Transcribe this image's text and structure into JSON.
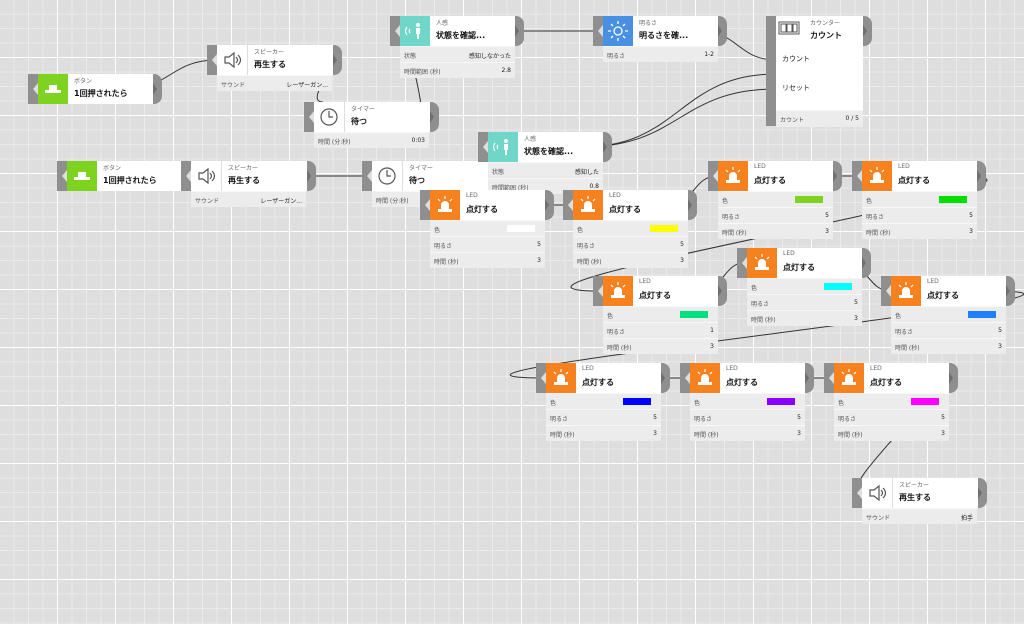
{
  "workspace": {
    "blocks": [
      {
        "type": "ボタン",
        "title": "1回押されたら",
        "icon": "button-icon",
        "accent": "#7ed321",
        "props": []
      },
      {
        "type": "ボタン",
        "title": "1回押されたら",
        "icon": "button-icon",
        "accent": "#7ed321",
        "props": []
      },
      {
        "type": "スピーカー",
        "title": "再生する",
        "icon": "speaker-icon",
        "accent": "#ffffff",
        "props": [
          {
            "k": "サウンド",
            "v": "レーザーガン..."
          }
        ]
      },
      {
        "type": "スピーカー",
        "title": "再生する",
        "icon": "speaker-icon",
        "accent": "#ffffff",
        "props": [
          {
            "k": "サウンド",
            "v": "レーザーガン..."
          }
        ]
      },
      {
        "type": "タイマー",
        "title": "待つ",
        "icon": "clock-icon",
        "accent": "#ffffff",
        "props": [
          {
            "k": "時間 (分:秒)",
            "v": "0:03"
          }
        ]
      },
      {
        "type": "タイマー",
        "title": "待つ",
        "icon": "clock-icon",
        "accent": "#ffffff",
        "props": [
          {
            "k": "時間 (分:秒)",
            "v": ""
          }
        ]
      },
      {
        "type": "人感",
        "title": "状態を確認...",
        "icon": "motion-sensor-icon",
        "accent": "#6fd6c8",
        "props": [
          {
            "k": "状態",
            "v": "感知しなかった"
          },
          {
            "k": "時間範囲 (秒)",
            "v": "2.8"
          }
        ]
      },
      {
        "type": "人感",
        "title": "状態を確認...",
        "icon": "motion-sensor-icon",
        "accent": "#6fd6c8",
        "props": [
          {
            "k": "状態",
            "v": "感知した"
          },
          {
            "k": "時間範囲 (秒)",
            "v": "0.8"
          }
        ]
      },
      {
        "type": "明るさ",
        "title": "明るさを確...",
        "icon": "brightness-icon",
        "accent": "#4a90e2",
        "props": [
          {
            "k": "明るさ",
            "v": "1-2"
          }
        ]
      },
      {
        "type": "LED",
        "title": "点灯する",
        "icon": "led-icon",
        "accent": "#f5821f",
        "props": [
          {
            "k": "色",
            "c": "#ffffff"
          },
          {
            "k": "明るさ",
            "v": "5"
          },
          {
            "k": "時間 (秒)",
            "v": "3"
          }
        ]
      },
      {
        "type": "LED",
        "title": "点灯する",
        "icon": "led-icon",
        "accent": "#f5821f",
        "props": [
          {
            "k": "色",
            "c": "#ffff00"
          },
          {
            "k": "明るさ",
            "v": "5"
          },
          {
            "k": "時間 (秒)",
            "v": "3"
          }
        ]
      },
      {
        "type": "LED",
        "title": "点灯する",
        "icon": "led-icon",
        "accent": "#f5821f",
        "props": [
          {
            "k": "色",
            "c": "#7ed321"
          },
          {
            "k": "明るさ",
            "v": "5"
          },
          {
            "k": "時間 (秒)",
            "v": "3"
          }
        ]
      },
      {
        "type": "LED",
        "title": "点灯する",
        "icon": "led-icon",
        "accent": "#f5821f",
        "props": [
          {
            "k": "色",
            "c": "#00e000"
          },
          {
            "k": "明るさ",
            "v": "5"
          },
          {
            "k": "時間 (秒)",
            "v": "3"
          }
        ]
      },
      {
        "type": "LED",
        "title": "点灯する",
        "icon": "led-icon",
        "accent": "#f5821f",
        "props": [
          {
            "k": "色",
            "c": "#00e080"
          },
          {
            "k": "明るさ",
            "v": "1"
          },
          {
            "k": "時間 (秒)",
            "v": "3"
          }
        ]
      },
      {
        "type": "LED",
        "title": "点灯する",
        "icon": "led-icon",
        "accent": "#f5821f",
        "props": [
          {
            "k": "色",
            "c": "#00ffff"
          },
          {
            "k": "明るさ",
            "v": "5"
          },
          {
            "k": "時間 (秒)",
            "v": "3"
          }
        ]
      },
      {
        "type": "LED",
        "title": "点灯する",
        "icon": "led-icon",
        "accent": "#f5821f",
        "props": [
          {
            "k": "色",
            "c": "#1e7fff"
          },
          {
            "k": "明るさ",
            "v": "5"
          },
          {
            "k": "時間 (秒)",
            "v": "3"
          }
        ]
      },
      {
        "type": "LED",
        "title": "点灯する",
        "icon": "led-icon",
        "accent": "#f5821f",
        "props": [
          {
            "k": "色",
            "c": "#0000ff"
          },
          {
            "k": "明るさ",
            "v": "5"
          },
          {
            "k": "時間 (秒)",
            "v": "3"
          }
        ]
      },
      {
        "type": "LED",
        "title": "点灯する",
        "icon": "led-icon",
        "accent": "#f5821f",
        "props": [
          {
            "k": "色",
            "c": "#8a00ff"
          },
          {
            "k": "明るさ",
            "v": "5"
          },
          {
            "k": "時間 (秒)",
            "v": "3"
          }
        ]
      },
      {
        "type": "LED",
        "title": "点灯する",
        "icon": "led-icon",
        "accent": "#f5821f",
        "props": [
          {
            "k": "色",
            "c": "#ff00ff"
          },
          {
            "k": "明るさ",
            "v": "5"
          },
          {
            "k": "時間 (秒)",
            "v": "3"
          }
        ]
      },
      {
        "type": "スピーカー",
        "title": "再生する",
        "icon": "speaker-icon",
        "accent": "#ffffff",
        "props": [
          {
            "k": "サウンド",
            "v": "拍手"
          }
        ]
      }
    ],
    "counter": {
      "type": "カウンター",
      "title": "カウント",
      "icon": "counter-icon",
      "inputs": [
        "カウント",
        "リセット"
      ],
      "prop": {
        "k": "カウント",
        "v": "0 / 5"
      }
    }
  }
}
